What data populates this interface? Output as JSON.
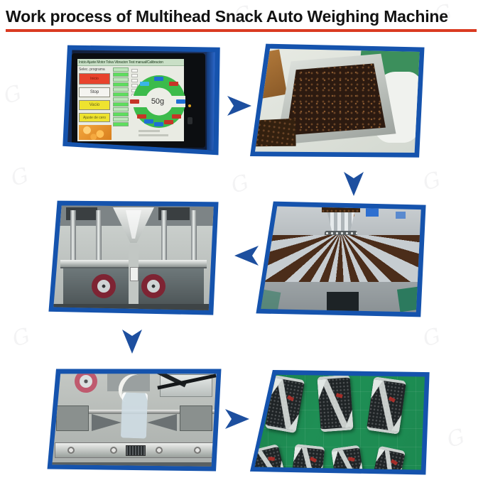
{
  "title": {
    "text": "Work process of Multihead Snack Auto Weighing Machine"
  },
  "hmi": {
    "menu_bar": "Inicio Ajuste Motor Tolva Vibracion Test manual/Calibracion",
    "program_label": "Selec. programa",
    "start_button": "Inicio",
    "stop_button": "Stop",
    "empty_button": "Vacio",
    "zero_button": "Ajuste de cero",
    "target_weight": "50g"
  },
  "flow_arrows": [
    {
      "direction": "right"
    },
    {
      "direction": "down"
    },
    {
      "direction": "left"
    },
    {
      "direction": "down"
    },
    {
      "direction": "right"
    }
  ],
  "decor": {
    "watermark_glyph": "G"
  },
  "colors": {
    "underline": "#da3b22",
    "frame": "#1553ad",
    "arrow": "#1d4f9f",
    "hmi_red": "#e8432c",
    "hmi_yellow": "#eee32f",
    "ring_green": "#3cbb4b",
    "head_blue": "#1f6fd4",
    "head_red": "#c63527",
    "head_cyan": "#3ab5e6",
    "mat_green": "#1f8f55",
    "product_brown": "#2c1a10"
  }
}
